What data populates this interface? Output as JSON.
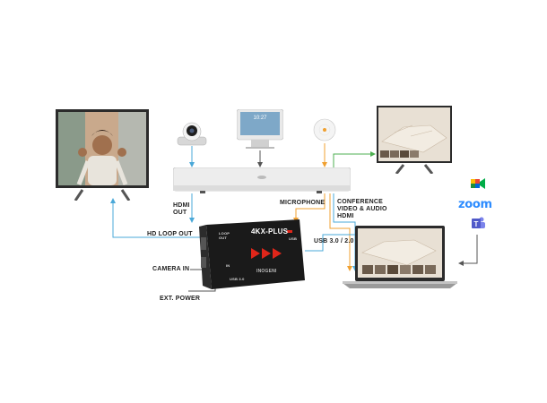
{
  "labels": {
    "hdmi_out_line1": "HDMI",
    "hdmi_out_line2": "OUT",
    "microphone": "MICROPHONE",
    "conference_line1": "CONFERENCE",
    "conference_line2": "VIDEO & AUDIO",
    "conference_line3": "HDMI",
    "hd_loop_out": "HD LOOP OUT",
    "usb": "USB 3.0 / 2.0",
    "camera_in": "CAMERA IN",
    "ext_power": "EXT. POWER"
  },
  "device": {
    "model": "4KX-PLUS",
    "brand": "INOGENI",
    "port_loop_line1": "LOOP",
    "port_loop_line2": "OUT",
    "port_usb": "USB",
    "port_in": "IN",
    "port_usb_bottom": "USB 3.0"
  },
  "touch_panel": {
    "time": "10:27"
  },
  "apps": {
    "zoom": "zoom"
  },
  "colors": {
    "blue_line": "#4aa8d8",
    "orange_line": "#f0a030",
    "green_line": "#4caf50",
    "grey_line": "#555555",
    "zoom_blue": "#2d8cff",
    "teams_purple": "#5059c9"
  },
  "icons": [
    "meet-icon",
    "zoom-logo",
    "teams-icon",
    "ptz-camera-icon",
    "touch-panel-icon",
    "ceiling-microphone-icon",
    "inogeni-logo"
  ]
}
